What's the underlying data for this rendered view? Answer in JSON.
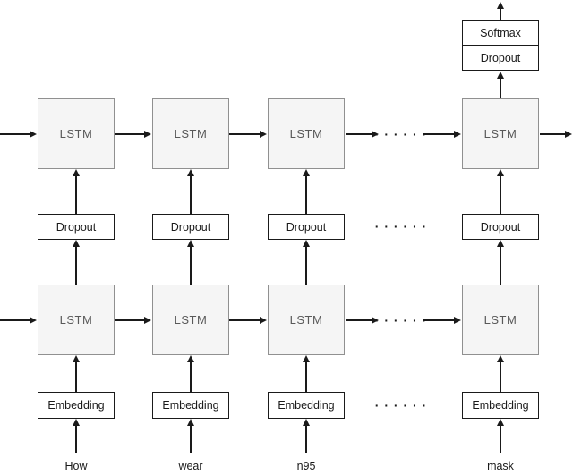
{
  "diagram": {
    "type": "lstm-language-model-architecture",
    "colors": {
      "lstm_fill": "#f5f5f5",
      "lstm_border": "#909090",
      "lstm_text": "#595959",
      "box_fill": "#ffffff",
      "box_border": "#1a1a1a",
      "box_text": "#1a1a1a",
      "arrow": "#1a1a1a"
    },
    "labels": {
      "lstm": "LSTM",
      "dropout": "Dropout",
      "embedding": "Embedding",
      "softmax": "Softmax"
    },
    "input_words": [
      "How",
      "wear",
      "n95",
      "mask"
    ],
    "ellipsis": "· · · · · ·"
  }
}
